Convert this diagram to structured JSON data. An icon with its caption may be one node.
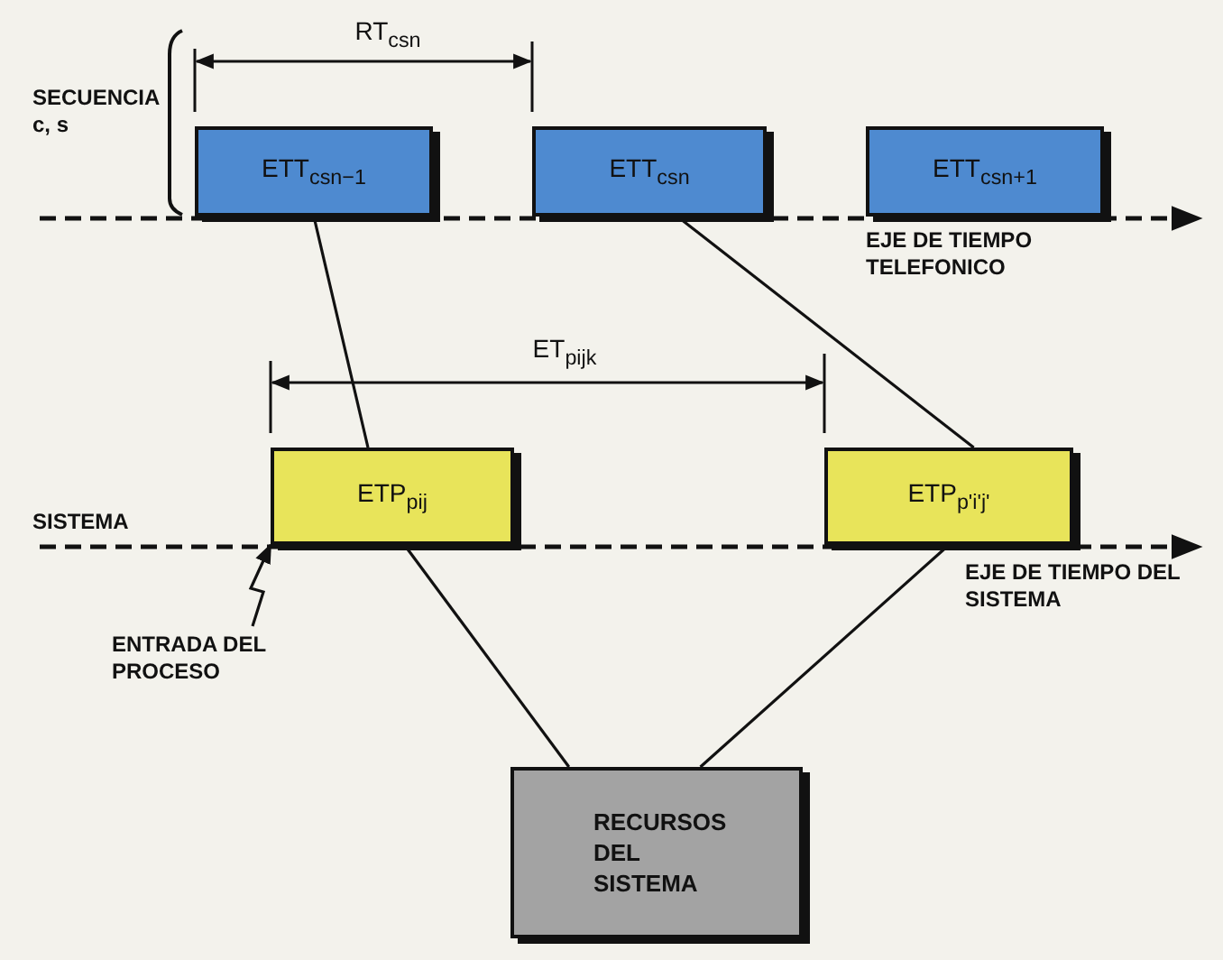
{
  "diagram": {
    "nodes": [
      {
        "text": [
          "ETT$_{csn−1}$"
        ]
      },
      {
        "text": [
          "ETT$_{csn}$"
        ]
      },
      {
        "text": [
          "ETT$_{csn+1}$"
        ]
      },
      {
        "text": [
          "ETP$_{pij}$"
        ]
      },
      {
        "text": [
          "ETP$_{p'i'j'}$"
        ]
      },
      {
        "text": [
          "RECURSOS DEL SISTEMA"
        ]
      },
      {
        "text": [
          "ENTRADA DEL PROCESO"
        ]
      }
    ],
    "edges": [
      {
        "from": 0,
        "to": 3,
        "arrow": "none"
      },
      {
        "from": 1,
        "to": 4,
        "arrow": "none"
      },
      {
        "from": 3,
        "to": 5,
        "arrow": "none"
      },
      {
        "from": 4,
        "to": 5,
        "arrow": "none"
      },
      {
        "from": 6,
        "to": 3,
        "arrow": "to"
      }
    ],
    "labels": [
      "RT$_{csn}$",
      "SECUENCIA c, s",
      "EJE DE TIEMPO TELEFONICO",
      "ET$_{pijk}$",
      "SISTEMA",
      "EJE DE TIEMPO DEL SISTEMA"
    ]
  }
}
